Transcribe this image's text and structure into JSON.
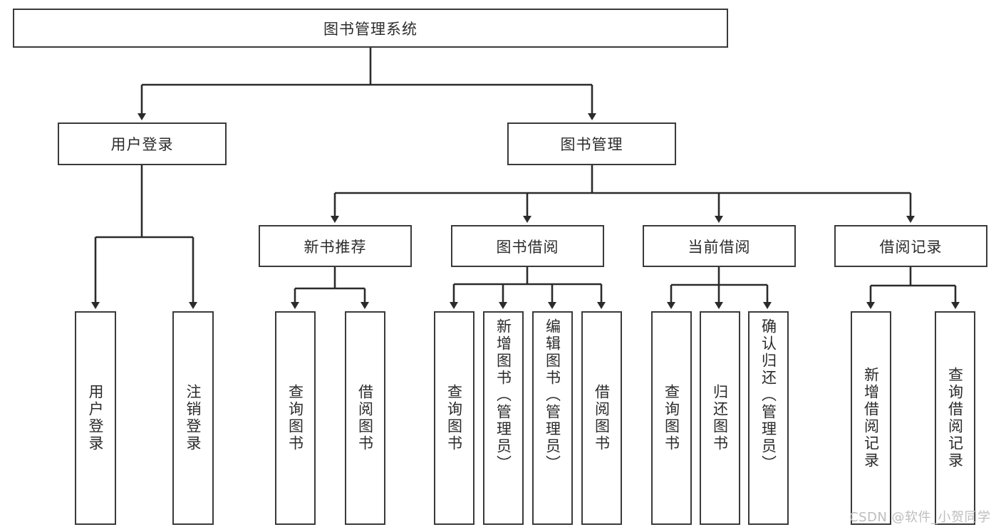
{
  "diagram": {
    "type": "tree-hierarchy-diagram",
    "title": "图书管理系统",
    "root": {
      "label": "图书管理系统"
    },
    "level2": [
      {
        "label": "用户登录"
      },
      {
        "label": "图书管理"
      }
    ],
    "level3": [
      {
        "label": "新书推荐"
      },
      {
        "label": "图书借阅"
      },
      {
        "label": "当前借阅"
      },
      {
        "label": "借阅记录"
      }
    ],
    "leaves": {
      "user_login": [
        {
          "label": "用户登录"
        },
        {
          "label": "注销登录"
        }
      ],
      "new_book_recommend": [
        {
          "label": "查询图书"
        },
        {
          "label": "借阅图书"
        }
      ],
      "book_borrow": [
        {
          "label": "查询图书"
        },
        {
          "label": "新增图书（管理员）"
        },
        {
          "label": "编辑图书（管理员）"
        },
        {
          "label": "借阅图书"
        }
      ],
      "current_borrow": [
        {
          "label": "查询图书"
        },
        {
          "label": "归还图书"
        },
        {
          "label": "确认归还（管理员）"
        }
      ],
      "borrow_record": [
        {
          "label": "新增借阅记录"
        },
        {
          "label": "查询借阅记录"
        }
      ]
    }
  },
  "watermark": {
    "text": "CSDN @软件_小贺同学"
  },
  "colors": {
    "box_border": "#3a3a3a",
    "text": "#2b2b2b",
    "background": "#ffffff",
    "watermark": "#bdbdbd"
  }
}
